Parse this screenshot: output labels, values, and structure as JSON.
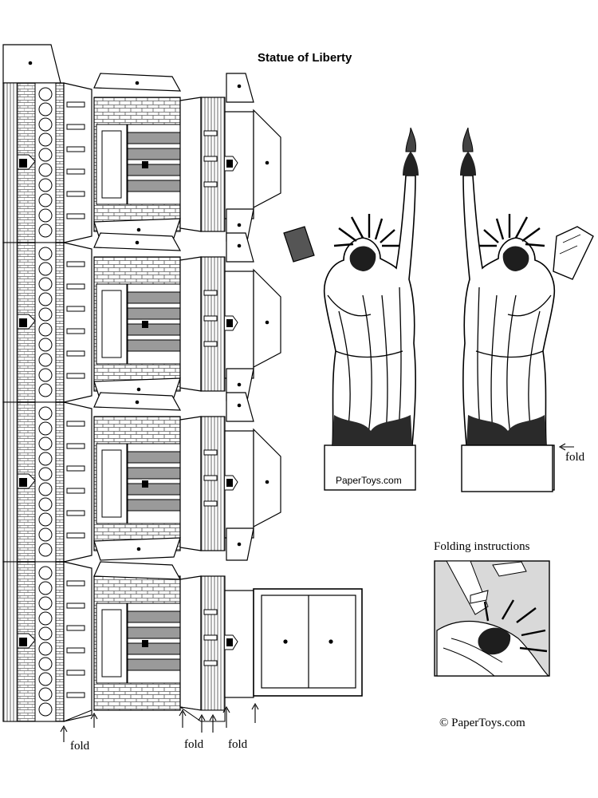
{
  "title": "Statue of Liberty",
  "brand_text": "PaperToys.com",
  "fold_label": "fold",
  "folding_instructions": "Folding instructions",
  "copyright": "© PaperToys.com",
  "colors": {
    "ink": "#000000",
    "paper": "#ffffff",
    "shade": "#9a9a9a",
    "light": "#d9d9d9"
  }
}
